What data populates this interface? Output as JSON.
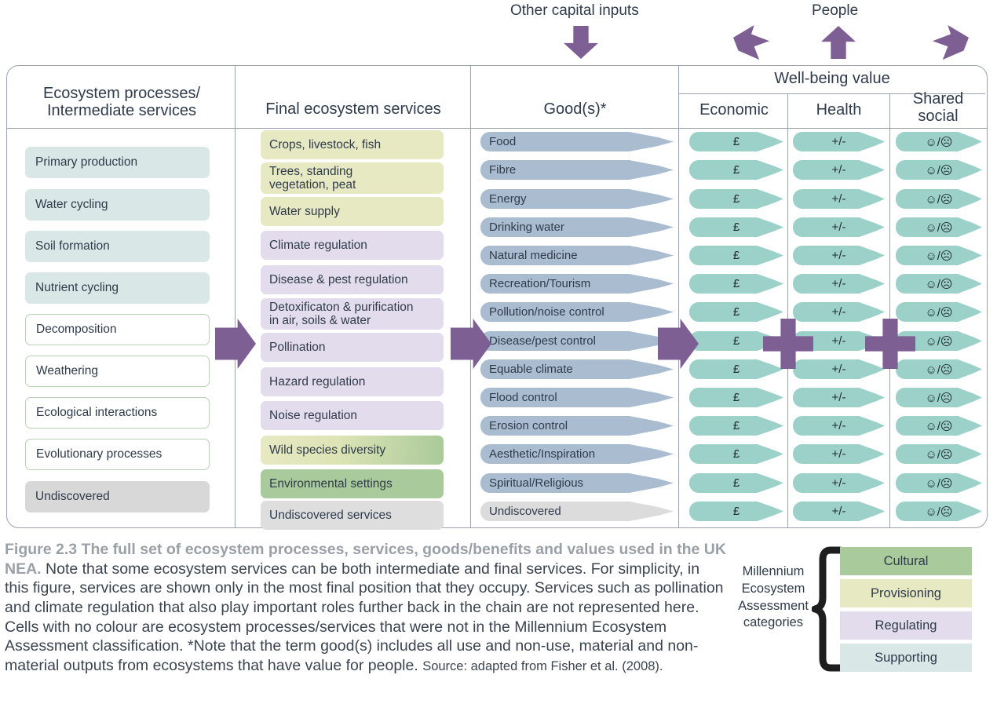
{
  "figure": {
    "top_labels": [
      {
        "text": "Other capital inputs",
        "icon": "arrow-down-icon"
      },
      {
        "text": "People",
        "icon": "arrow-up-icon"
      }
    ],
    "column_headers": {
      "col1": "Ecosystem processes/\nIntermediate services",
      "col1_line1": "Ecosystem processes/",
      "col1_line2": "Intermediate services",
      "col2": "Final ecosystem services",
      "col3": "Good(s)*",
      "wellbeing_group": "Well-being value",
      "col4": "Economic",
      "col5": "Health",
      "col6_line1": "Shared",
      "col6_line2": "social"
    },
    "intermediate_services": [
      {
        "label": "Primary production",
        "category": "supporting"
      },
      {
        "label": "Water cycling",
        "category": "supporting"
      },
      {
        "label": "Soil formation",
        "category": "supporting"
      },
      {
        "label": "Nutrient cycling",
        "category": "supporting"
      },
      {
        "label": "Decomposition",
        "category": "none"
      },
      {
        "label": "Weathering",
        "category": "none"
      },
      {
        "label": "Ecological interactions",
        "category": "none"
      },
      {
        "label": "Evolutionary processes",
        "category": "none"
      },
      {
        "label": "Undiscovered",
        "category": "undiscovered"
      }
    ],
    "final_services": [
      {
        "label": "Crops, livestock, fish",
        "category": "provisioning"
      },
      {
        "label": "Trees, standing\nvegetation, peat",
        "category": "provisioning"
      },
      {
        "label": "Water supply",
        "category": "provisioning"
      },
      {
        "label": "Climate regulation",
        "category": "regulating"
      },
      {
        "label": "Disease & pest regulation",
        "category": "regulating"
      },
      {
        "label": "Detoxificaton & purification\nin air, soils & water",
        "category": "regulating"
      },
      {
        "label": "Pollination",
        "category": "regulating"
      },
      {
        "label": "Hazard regulation",
        "category": "regulating"
      },
      {
        "label": "Noise regulation",
        "category": "regulating"
      },
      {
        "label": "Wild species diversity",
        "category": "provisioning-cultural"
      },
      {
        "label": "Environmental settings",
        "category": "cultural"
      },
      {
        "label": "Undiscovered services",
        "category": "undiscovered"
      }
    ],
    "goods": [
      {
        "label": "Food",
        "category": "normal"
      },
      {
        "label": "Fibre",
        "category": "normal"
      },
      {
        "label": "Energy",
        "category": "normal"
      },
      {
        "label": "Drinking water",
        "category": "normal"
      },
      {
        "label": "Natural medicine",
        "category": "normal"
      },
      {
        "label": "Recreation/Tourism",
        "category": "normal"
      },
      {
        "label": "Pollution/noise control",
        "category": "normal"
      },
      {
        "label": "Disease/pest control",
        "category": "normal"
      },
      {
        "label": "Equable climate",
        "category": "normal"
      },
      {
        "label": "Flood control",
        "category": "normal"
      },
      {
        "label": "Erosion control",
        "category": "normal"
      },
      {
        "label": "Aesthetic/Inspiration",
        "category": "normal"
      },
      {
        "label": "Spiritual/Religious",
        "category": "normal"
      },
      {
        "label": "Undiscovered",
        "category": "undiscovered"
      }
    ],
    "wellbeing": {
      "economic_symbol": "£",
      "health_symbol": "+/-",
      "social_symbol": "☺/☹",
      "row_count": 14
    },
    "flow_icons": {
      "arrow_1": "right-arrow-icon",
      "arrow_2": "right-arrow-icon",
      "arrow_3": "right-arrow-icon",
      "plus_1": "plus-icon",
      "plus_2": "plus-icon"
    }
  },
  "caption": {
    "bold": "Figure 2.3 The full set of ecosystem processes, services, goods/benefits and values used in the UK NEA.",
    "body": " Note that some ecosystem services can be both intermediate and final services. For simplicity, in this figure, services are shown only in the most final position that they occupy. Services such as pollination and climate regulation that also play important roles further back in the chain are not represented here. Cells with no colour are ecosystem processes/services that were not in the Millennium Ecosystem Assessment classification. *Note that the term good(s) includes all use and non-use, material and non-material outputs from ecosystems that have value for people. ",
    "source": "Source: adapted from Fisher et al. (2008)."
  },
  "legend": {
    "title": "Millennium\nEcosystem\nAssessment\ncategories",
    "title_lines": [
      "Millennium",
      "Ecosystem",
      "Assessment",
      "categories"
    ],
    "items": [
      {
        "label": "Cultural",
        "color": "#a9ca9a"
      },
      {
        "label": "Provisioning",
        "color": "#e7e9c3"
      },
      {
        "label": "Regulating",
        "color": "#e3dcec"
      },
      {
        "label": "Supporting",
        "color": "#d9e7e6"
      }
    ]
  },
  "colors": {
    "purple": "#7d5f94",
    "teal": "#9bd1c9",
    "goods_blue": "#a9bcd0",
    "frame_grey": "#9aa3ad",
    "text": "#2f3b4b",
    "caption_bold": "#9aa0a6"
  }
}
